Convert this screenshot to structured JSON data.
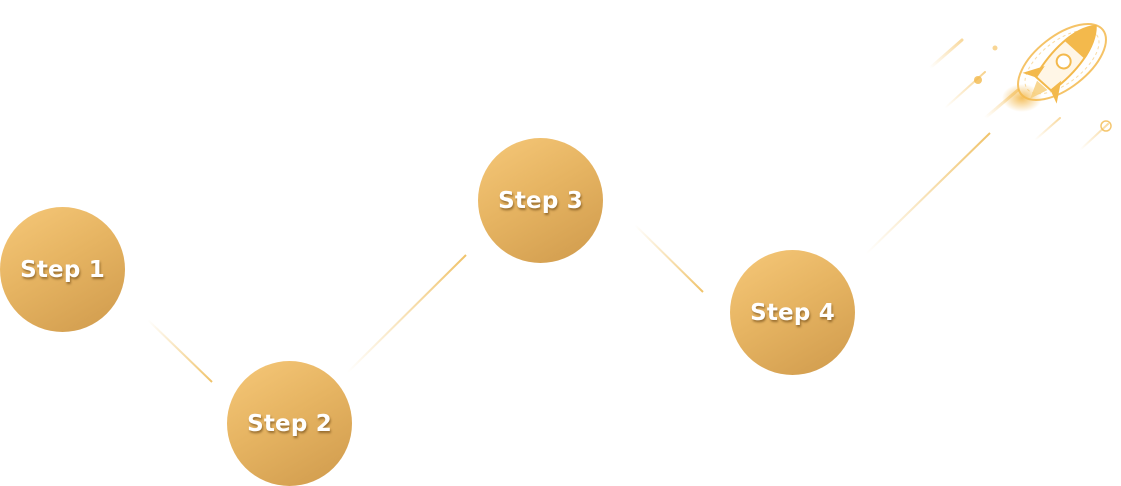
{
  "steps": [
    {
      "label": "Step 1"
    },
    {
      "label": "Step 2"
    },
    {
      "label": "Step 3"
    },
    {
      "label": "Step 4"
    }
  ],
  "colors": {
    "circle_light": "#f6c879",
    "circle_dark": "#cf9a4c",
    "connector": "#f0c36a",
    "rocket": "#f3b94c"
  },
  "icons": {
    "rocket": "rocket-icon"
  }
}
